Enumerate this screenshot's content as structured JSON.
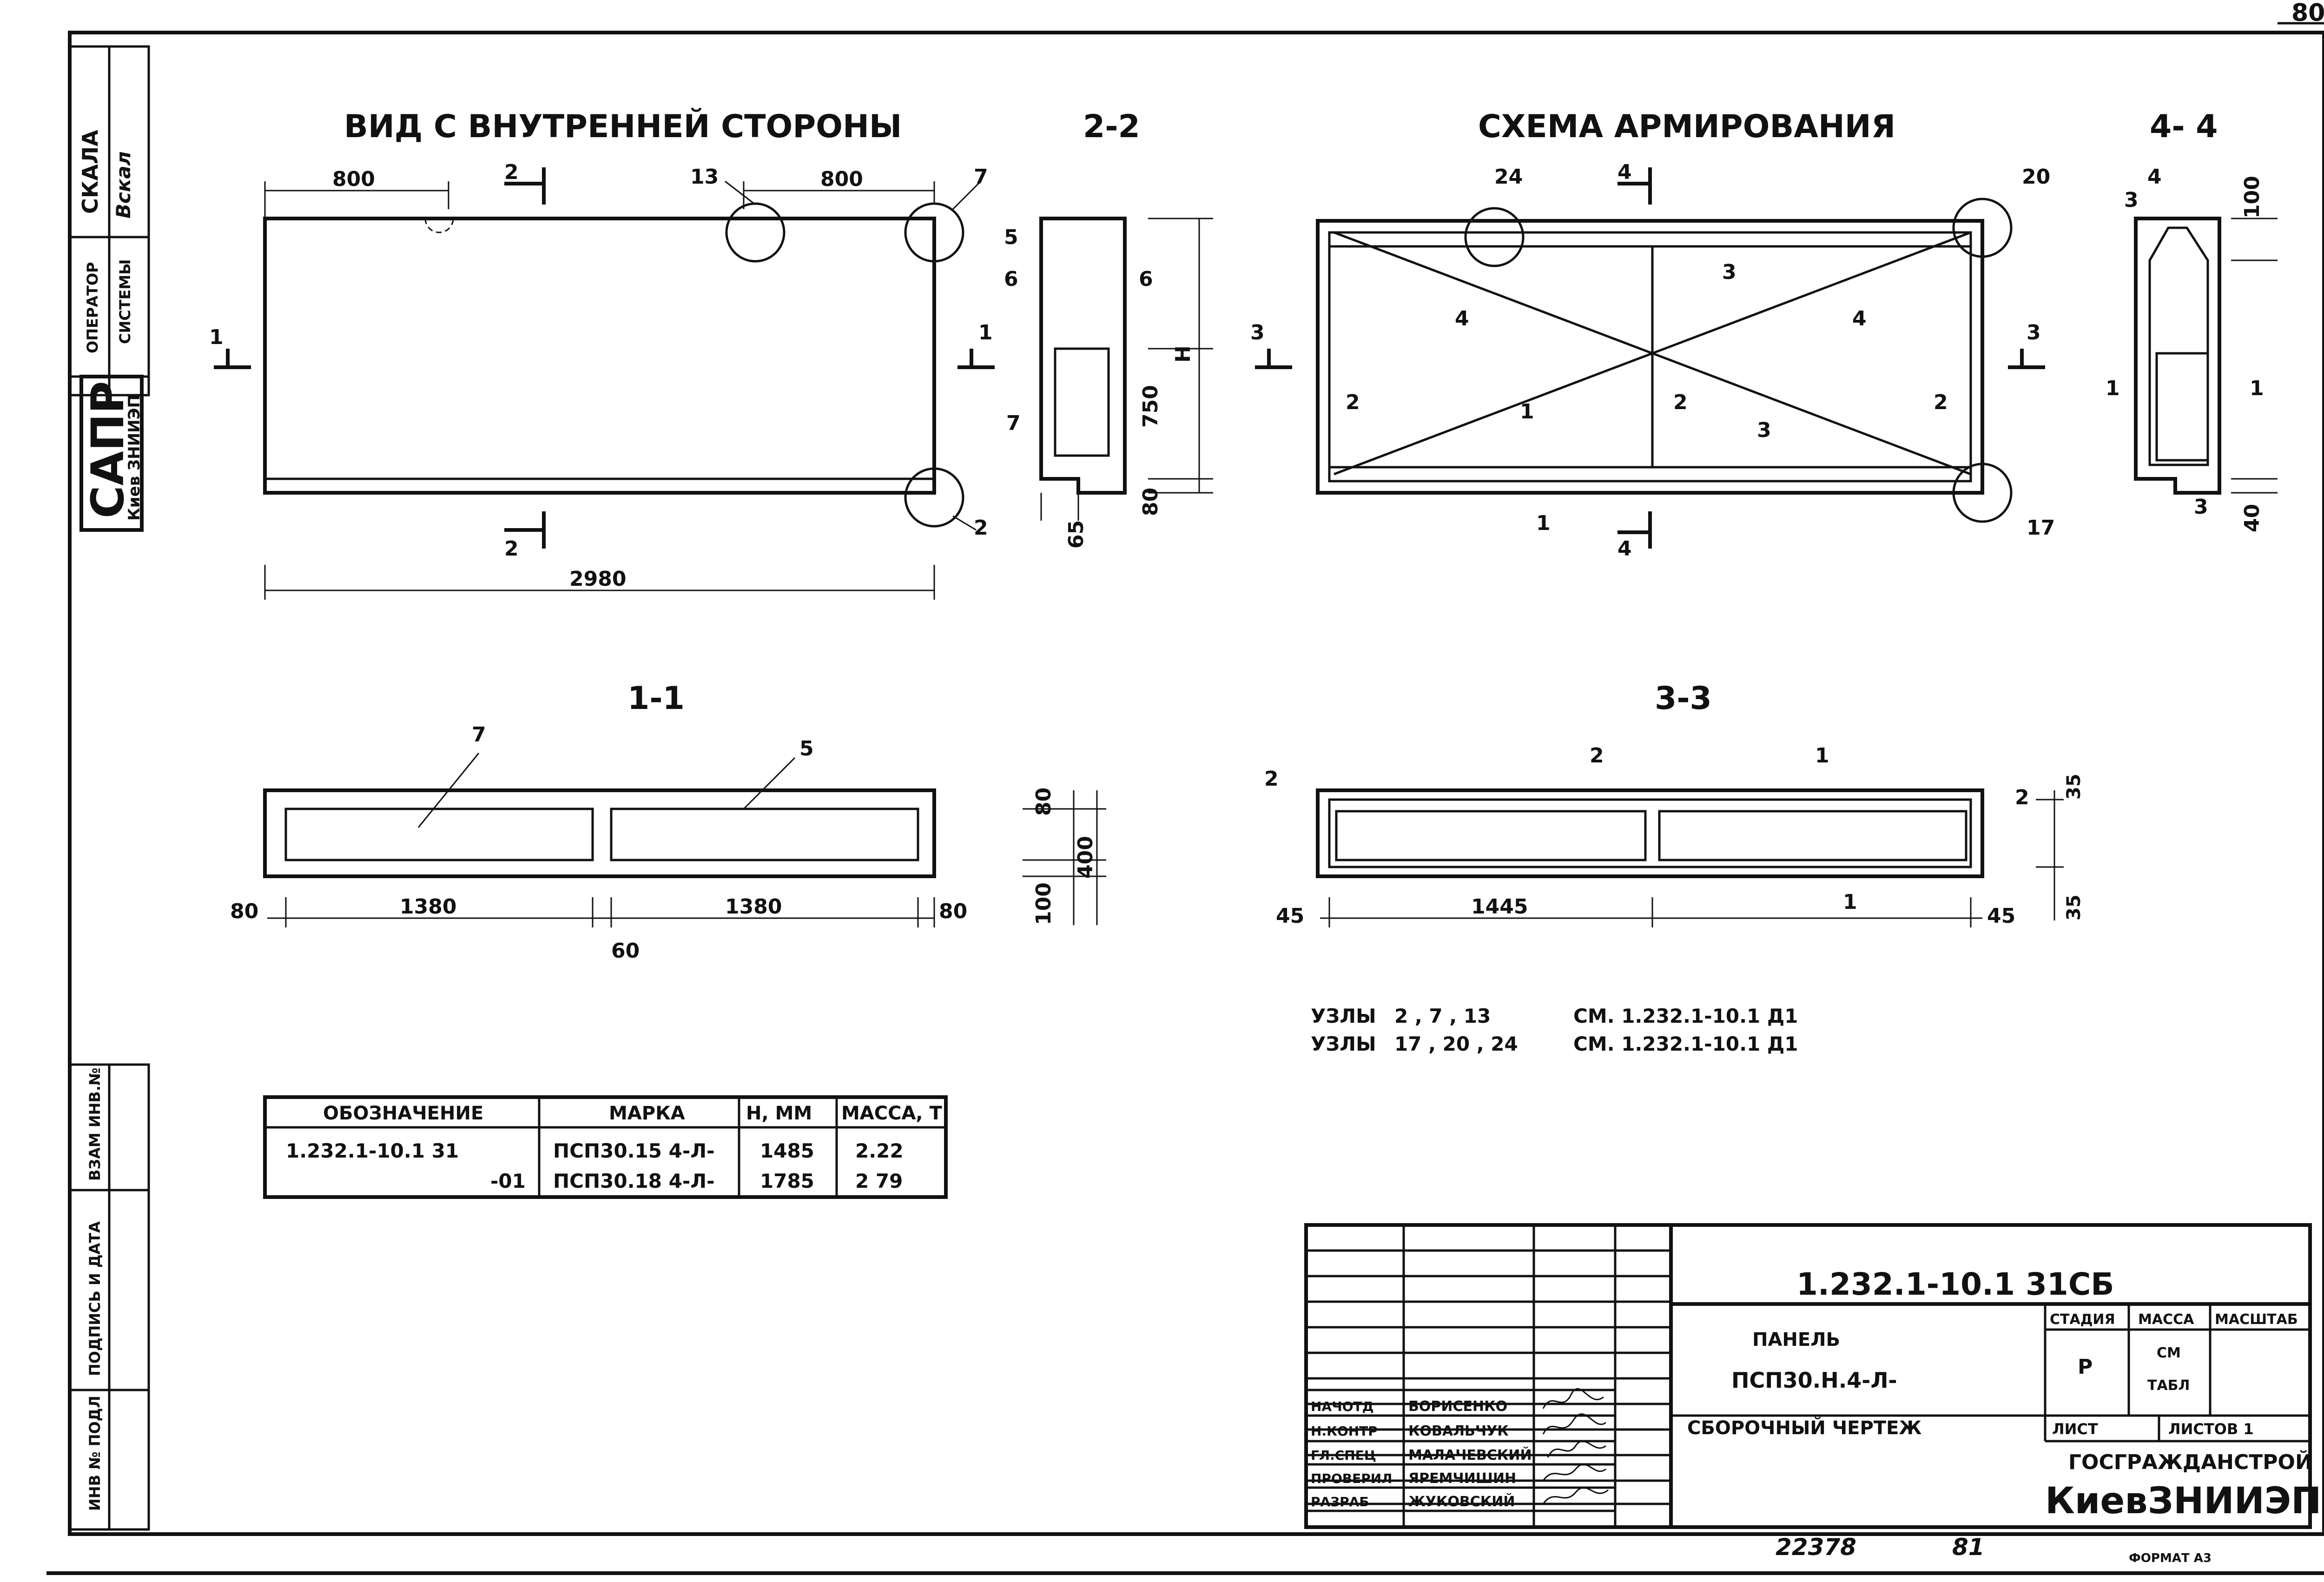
{
  "page_number": "80",
  "side_stamp": {
    "skala": "СКАЛА",
    "skala_sign": "Вскал",
    "operator": "ОПЕРАТОР",
    "sistemy": "СИСТЕМЫ",
    "sapr": "САПР",
    "kiev": "Киев ЗНИИЭП",
    "vzam": "ВЗАМ ИНВ.№",
    "podpis": "ПОДПИСЬ И ДАТА",
    "inv_podl": "ИНВ № ПОДЛ"
  },
  "titles": {
    "view": "ВИД С ВНУТРЕННЕЙ СТОРОНЫ",
    "sec22": "2-2",
    "scheme": "СХЕМА АРМИРОВАНИЯ",
    "sec44": "4- 4",
    "sec11": "1-1",
    "sec33": "3-3"
  },
  "view": {
    "dim_left": "800",
    "dim_right": "800",
    "dim_total": "2980",
    "mark_13": "13",
    "mark_7": "7",
    "mark_2": "2",
    "cut_2": "2",
    "cut_1": "1"
  },
  "sec22": {
    "m5": "5",
    "m6a": "6",
    "m6b": "6",
    "m7": "7",
    "d750": "750",
    "d80": "80",
    "d65": "65",
    "dH": "H"
  },
  "scheme": {
    "m24": "24",
    "m20": "20",
    "m17": "17",
    "m4": "4",
    "m3": "3",
    "m2": "2",
    "m1": "1",
    "cut3": "3",
    "cut4": "4"
  },
  "sec44": {
    "d100": "100",
    "d40": "40",
    "m1": "1",
    "m3": "3",
    "m4": "4"
  },
  "sec11": {
    "m7": "7",
    "m5": "5",
    "d80a": "80",
    "d1380a": "1380",
    "d1380b": "1380",
    "d80b": "80",
    "d60": "60",
    "d80v": "80",
    "d400": "400",
    "d100": "100"
  },
  "sec33": {
    "m2a": "2",
    "m2b": "2",
    "m2c": "2",
    "m1a": "1",
    "m1b": "1",
    "d45a": "45",
    "d1445": "1445",
    "d45b": "45",
    "d35a": "35",
    "d35b": "35"
  },
  "notes": [
    {
      "label": "УЗЛЫ",
      "nodes": "2 , 7 , 13",
      "ref": "СМ. 1.232.1-10.1 Д1"
    },
    {
      "label": "УЗЛЫ",
      "nodes": "17 , 20 , 24",
      "ref": "СМ. 1.232.1-10.1 Д1"
    }
  ],
  "spec_table": {
    "headers": [
      "ОБОЗНАЧЕНИЕ",
      "МАРКА",
      "Н, ММ",
      "МАССА, Т"
    ],
    "rows": [
      [
        "1.232.1-10.1 31",
        "ПСП30.15 4-Л-",
        "1485",
        "2.22"
      ],
      [
        "-01",
        "ПСП30.18 4-Л-",
        "1785",
        "2 79"
      ]
    ]
  },
  "title_block": {
    "code": "1.232.1-10.1  31СБ",
    "name1": "ПАНЕЛЬ",
    "name2": "ПСП30.Н.4-Л-",
    "name3": "СБОРОЧНЫЙ  ЧЕРТЕЖ",
    "stadia_h": "СТАДИЯ",
    "massa_h": "МАССА",
    "masshtab_h": "МАСШТАБ",
    "stadia": "Р",
    "massa1": "СМ",
    "massa2": "ТАБЛ",
    "list": "ЛИСТ",
    "listov": "ЛИСТОВ  1",
    "org1": "ГОСГРАЖДАНСТРОЙ",
    "org2": "КиевЗНИИЭП",
    "people": [
      {
        "role": "НАЧОТД",
        "name": "БОРИСЕНКО"
      },
      {
        "role": "Н.КОНТР",
        "name": "КОВАЛЬЧУК"
      },
      {
        "role": "ГЛ.СПЕЦ",
        "name": "МАЛАЧЕВСКИЙ"
      },
      {
        "role": "ПРОВЕРИЛ",
        "name": "ЯРЕМЧИШИН"
      },
      {
        "role": "РАЗРАБ",
        "name": "ЖУКОВСКИЙ"
      }
    ]
  },
  "bottom": {
    "inv": "22378",
    "sheet": "81",
    "format": "ФОРМАТ А3"
  }
}
